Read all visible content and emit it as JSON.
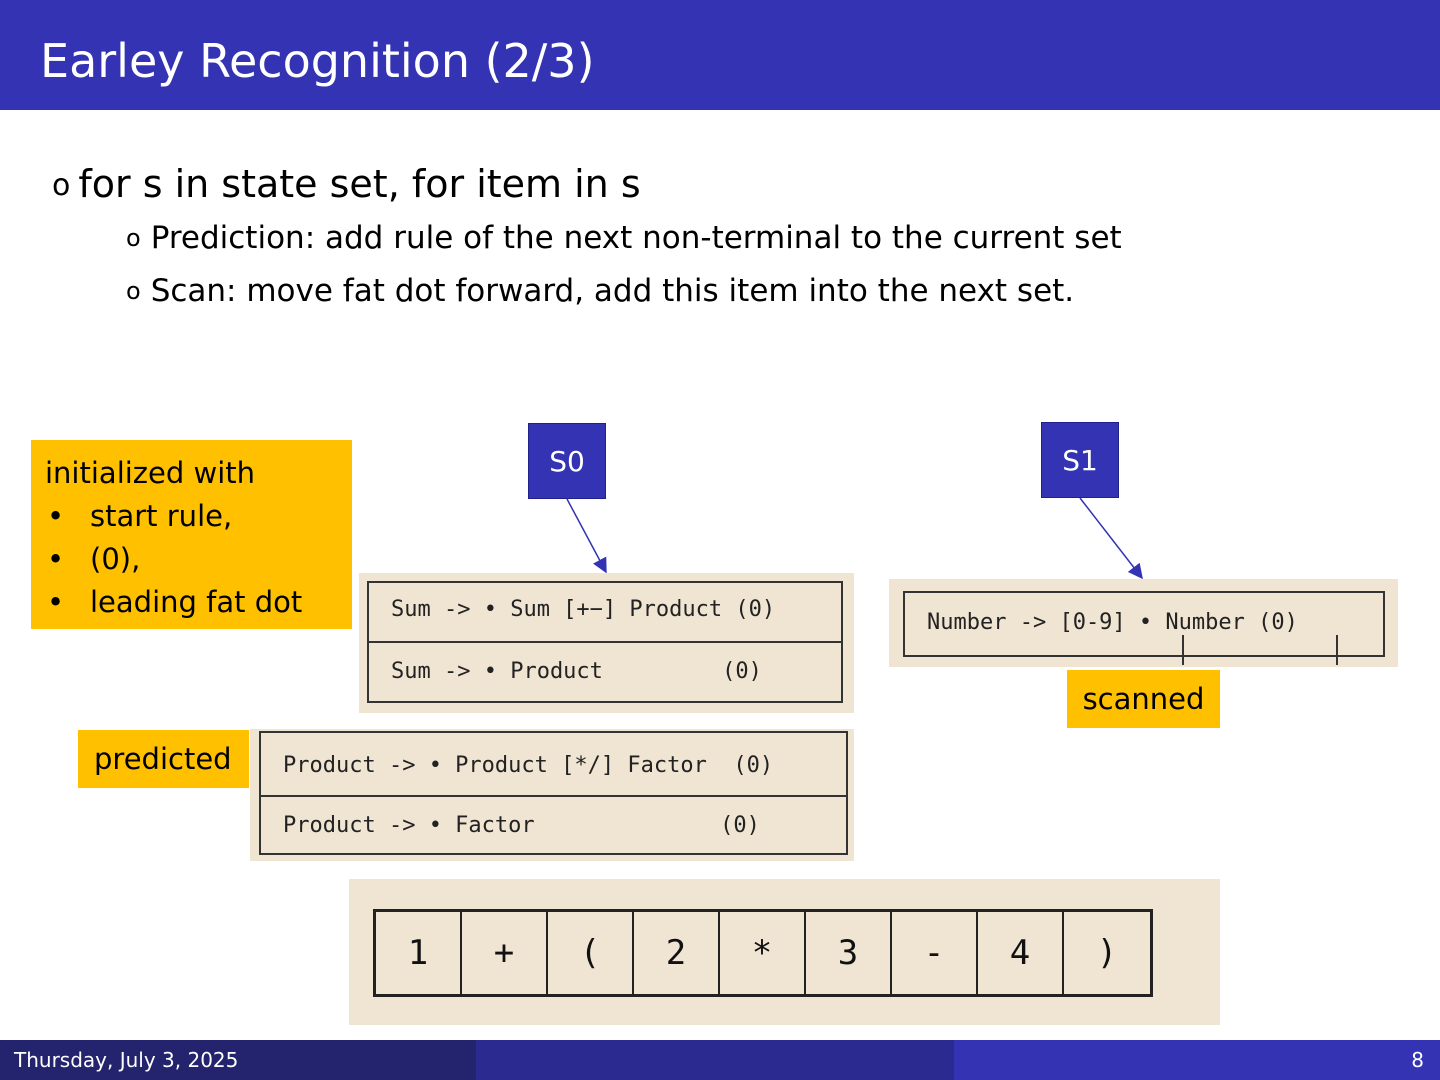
{
  "title": "Earley Recognition (2/3)",
  "bullets": {
    "main": {
      "marker": "o",
      "text": "for s in state set, for item in s"
    },
    "sub": [
      {
        "marker": "o",
        "text": "Prediction: add rule of the next non-terminal to the current set"
      },
      {
        "marker": "o",
        "text": "Scan: move fat dot forward, add this item into the next set."
      }
    ]
  },
  "notes": {
    "init": {
      "heading": "initialized with",
      "items": [
        "start rule,",
        "(0),",
        "leading fat dot"
      ]
    },
    "predicted": "predicted",
    "scanned": "scanned"
  },
  "states": {
    "s0": "S0",
    "s1": "S1"
  },
  "s0_items": [
    "Sum -> • Sum [+−] Product (0)",
    "Sum -> • Product         (0)"
  ],
  "predicted_items": [
    "Product -> • Product [*/] Factor  (0)",
    "Product -> • Factor              (0)"
  ],
  "s1_items": [
    "Number -> [0-9] • Number (0)"
  ],
  "tokens": [
    "1",
    "+",
    "(",
    "2",
    "*",
    "3",
    "-",
    "4",
    ")"
  ],
  "footer": {
    "date": "Thursday, July 3, 2025",
    "page": "8"
  },
  "colors": {
    "title_bar": "#3333b3",
    "note": "#ffc000",
    "panel": "#f0e4d2",
    "arrow": "#3333b3"
  }
}
